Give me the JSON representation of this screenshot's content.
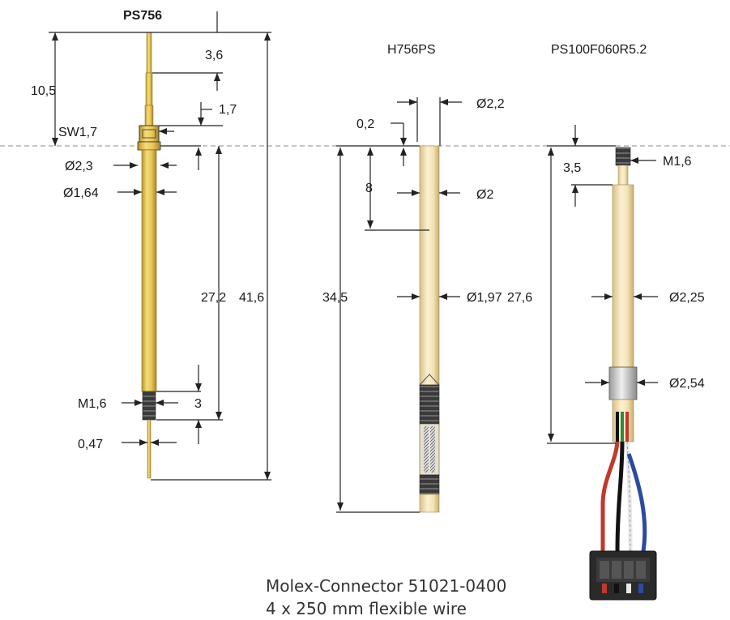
{
  "titles": {
    "ps756": "PS756",
    "h756ps": "H756PS",
    "ps100": "PS100F060R5.2"
  },
  "ps756_dims": {
    "d_10_5": "10,5",
    "d_3_6": "3,6",
    "d_1_7": "1,7",
    "sw": "SW1,7",
    "phi_2_3": "Ø2,3",
    "phi_1_64": "Ø1,64",
    "d_27_2": "27,2",
    "d_41_6": "41,6",
    "m1_6": "M1,6",
    "d_3": "3",
    "d_0_47": "0,47"
  },
  "h756ps_dims": {
    "phi_2_2": "Ø2,2",
    "d_0_2": "0,2",
    "d_8": "8",
    "phi_2": "Ø2",
    "d_34_5": "34,5",
    "phi_1_97": "Ø1,97"
  },
  "ps100_dims": {
    "m1_6": "M1,6",
    "d_3_5": "3,5",
    "d_27_6": "27,6",
    "phi_2_25": "Ø2,25",
    "phi_2_54": "Ø2,54"
  },
  "caption": {
    "line1": "Molex-Connector 51021-0400",
    "line2": "4 x 250  mm flexible wire"
  },
  "colors": {
    "gold": "#e8c85a",
    "gold_dark": "#b8952a",
    "cream": "#f3e4b8",
    "wire_red": "#c0392b",
    "wire_blue": "#2c4ba0",
    "wire_green": "#2e8b3a",
    "connector": "#2a2a2a"
  }
}
